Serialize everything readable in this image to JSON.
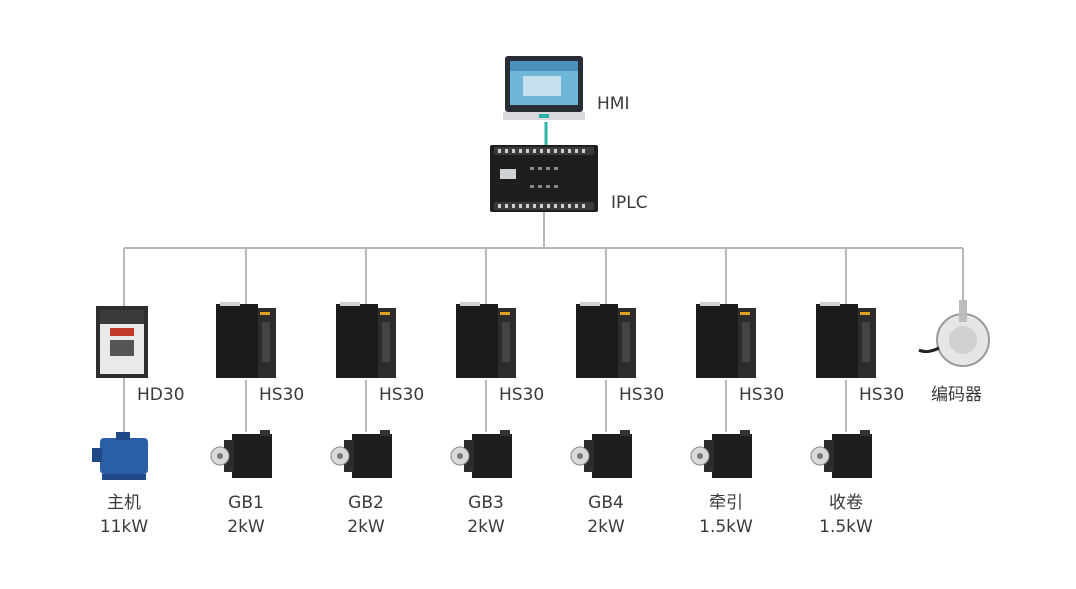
{
  "diagram": {
    "hmi": {
      "label": "HMI"
    },
    "plc": {
      "label": "IPLC"
    },
    "drives": [
      {
        "label": "HD30",
        "kind": "inverter"
      },
      {
        "label": "HS30",
        "kind": "servo-drive"
      },
      {
        "label": "HS30",
        "kind": "servo-drive"
      },
      {
        "label": "HS30",
        "kind": "servo-drive"
      },
      {
        "label": "HS30",
        "kind": "servo-drive"
      },
      {
        "label": "HS30",
        "kind": "servo-drive"
      },
      {
        "label": "HS30",
        "kind": "servo-drive"
      },
      {
        "label": "编码器",
        "kind": "encoder"
      }
    ],
    "motors": [
      {
        "name": "主机",
        "power": "11kW",
        "kind": "induction-motor"
      },
      {
        "name": "GB1",
        "power": "2kW",
        "kind": "servo-motor"
      },
      {
        "name": "GB2",
        "power": "2kW",
        "kind": "servo-motor"
      },
      {
        "name": "GB3",
        "power": "2kW",
        "kind": "servo-motor"
      },
      {
        "name": "GB4",
        "power": "2kW",
        "kind": "servo-motor"
      },
      {
        "name": "牵引",
        "power": "1.5kW",
        "kind": "servo-motor"
      },
      {
        "name": "收卷",
        "power": "1.5kW",
        "kind": "servo-motor"
      }
    ],
    "colors": {
      "bus": "#b8b8b8",
      "hmi_link": "#2bb3a8",
      "device": "#1b1b1b",
      "motor": "#2a5fa8"
    }
  }
}
